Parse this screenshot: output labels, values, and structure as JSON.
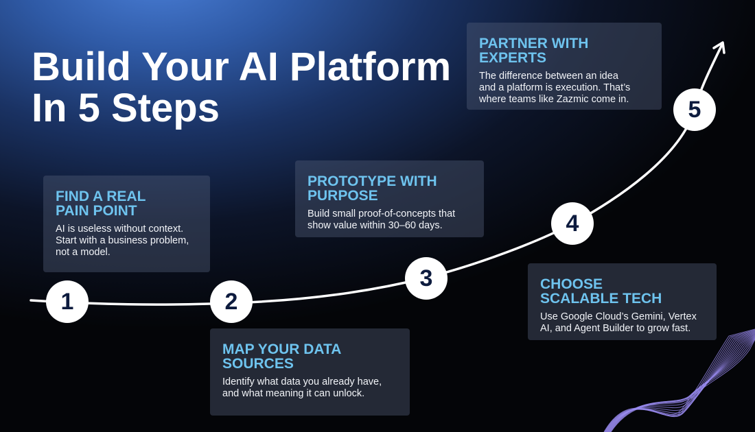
{
  "title": {
    "line1": "Build Your AI Platform",
    "line2": "In 5 Steps"
  },
  "steps": [
    {
      "number": "1",
      "heading_lines": [
        "Find a Real",
        "Pain Point"
      ],
      "body_lines": [
        "AI is useless without context.",
        "Start with a business problem,",
        "not a model."
      ]
    },
    {
      "number": "2",
      "heading_lines": [
        "Map Your Data",
        "Sources"
      ],
      "body_lines": [
        "Identify what data you already have,",
        "and what meaning it can unlock."
      ]
    },
    {
      "number": "3",
      "heading_lines": [
        "Prototype with",
        "Purpose"
      ],
      "body_lines": [
        "Build small proof-of-concepts that",
        "show value within 30–60 days."
      ]
    },
    {
      "number": "4",
      "heading_lines": [
        "Choose",
        "Scalable Tech"
      ],
      "body_lines": [
        "Use Google Cloud’s Gemini, Vertex",
        "AI, and Agent Builder to grow fast."
      ]
    },
    {
      "number": "5",
      "heading_lines": [
        "Partner with",
        "Experts"
      ],
      "body_lines": [
        "The difference between an idea",
        "and a platform is execution. That’s",
        "where teams like Zazmic come in."
      ]
    }
  ],
  "colors": {
    "heading_accent": "#6ec3ee",
    "circle_text": "#0d1b3e",
    "wave": "#9b8cf2"
  },
  "icons": {
    "growth_arrow": "arrow-up-right-icon",
    "decoration": "wave-lines-icon"
  }
}
